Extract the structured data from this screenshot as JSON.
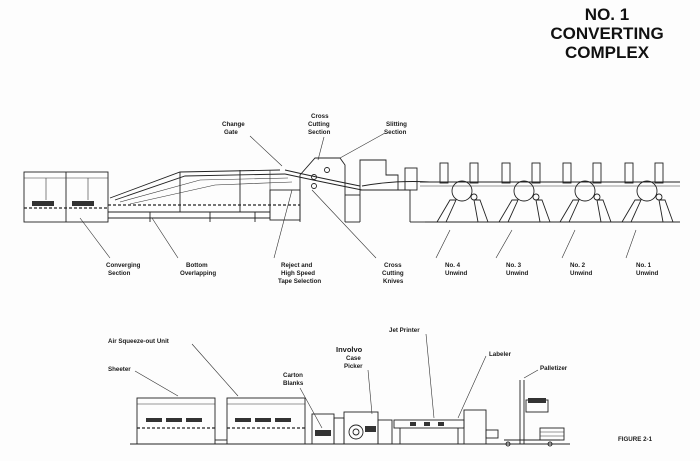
{
  "title": {
    "line1": "NO. 1",
    "line2": "CONVERTING",
    "line3": "COMPLEX"
  },
  "top_labels": {
    "change_gate": [
      "Change",
      "Gate"
    ],
    "cross_cutting_section": [
      "Cross",
      "Cutting",
      "Section"
    ],
    "slitting_section": [
      "Slitting",
      "Section"
    ],
    "converging_section": [
      "Converging",
      "Section"
    ],
    "bottom_overlapping": [
      "Bottom",
      "Overlapping"
    ],
    "reject_tape": [
      "Reject and",
      "High Speed",
      "Tape Selection"
    ],
    "cross_cutting_knives": [
      "Cross",
      "Cutting",
      "Knives"
    ],
    "unwind_4": [
      "No. 4",
      "Unwind"
    ],
    "unwind_3": [
      "No. 3",
      "Unwind"
    ],
    "unwind_2": [
      "No. 2",
      "Unwind"
    ],
    "unwind_1": [
      "No. 1",
      "Unwind"
    ]
  },
  "bottom_labels": {
    "air_squeeze": "Air Squeeze-out Unit",
    "sheeter": "Sheeter",
    "carton_blanks": [
      "Carton",
      "Blanks"
    ],
    "involvo": [
      "Involvo",
      "Case",
      "Picker"
    ],
    "jet_printer": "Jet Printer",
    "labeler": "Labeler",
    "palletizer": "Palletizer"
  },
  "figure": "FIGURE  2-1"
}
